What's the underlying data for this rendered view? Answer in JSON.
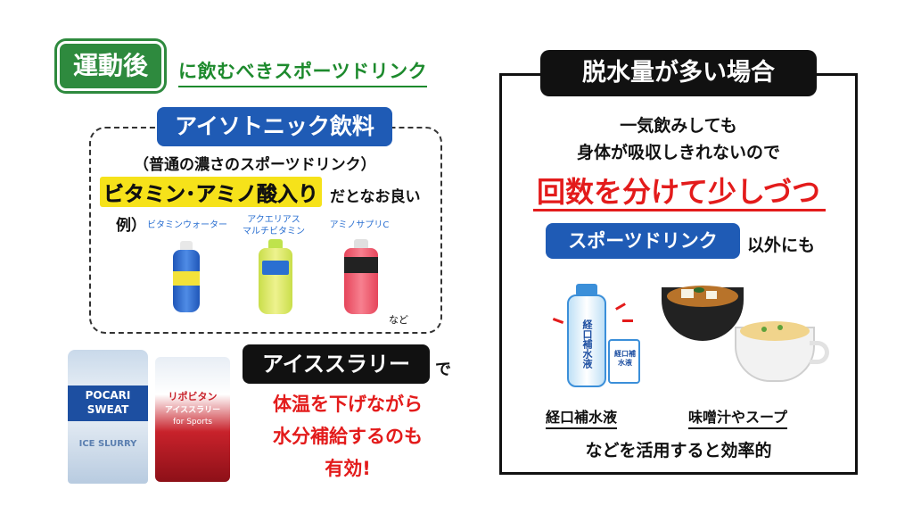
{
  "left": {
    "badge": "運動後",
    "header": "に飲むべきスポーツドリンク",
    "isotonic_title": "アイソトニック飲料",
    "isotonic_note": "（普通の濃さのスポーツドリンク）",
    "vitamin_highlight": "ビタミン･アミノ酸入り",
    "vitamin_tail": "だとなお良い",
    "example_label": "例）",
    "products": [
      {
        "label": "ビタミンウォーター"
      },
      {
        "label": "アクエリアス\nマルチビタミン"
      },
      {
        "label": "アミノサプリC"
      }
    ],
    "products_etc": "など",
    "slurry_title": "アイススラリー",
    "slurry_particle": "で",
    "slurry_lines": [
      "体温を下げながら",
      "水分補給するのも",
      "有効!"
    ],
    "pouch_blue_text": [
      "POCARI",
      "SWEAT",
      "ICE SLURRY"
    ],
    "pouch_red_text": [
      "リポビタン",
      "アイススラリー",
      "for Sports"
    ]
  },
  "right": {
    "title": "脱水量が多い場合",
    "line1": "一気飲みしても",
    "line2": "身体が吸収しきれないので",
    "emphasis": "回数を分けて少しづつ",
    "sports_pill": "スポーツドリンク",
    "sports_tail": "以外にも",
    "ors_bottle_text": "経口補水液",
    "ors_box_text": "経口補水液",
    "item1": "経口補水液",
    "item2": "味噌汁やスープ",
    "closing": "などを活用すると効率的"
  },
  "colors": {
    "green": "#2e8a3e",
    "blue": "#1f5bb5",
    "red": "#e31b1b",
    "black": "#111111",
    "highlight": "#f6e21a"
  }
}
